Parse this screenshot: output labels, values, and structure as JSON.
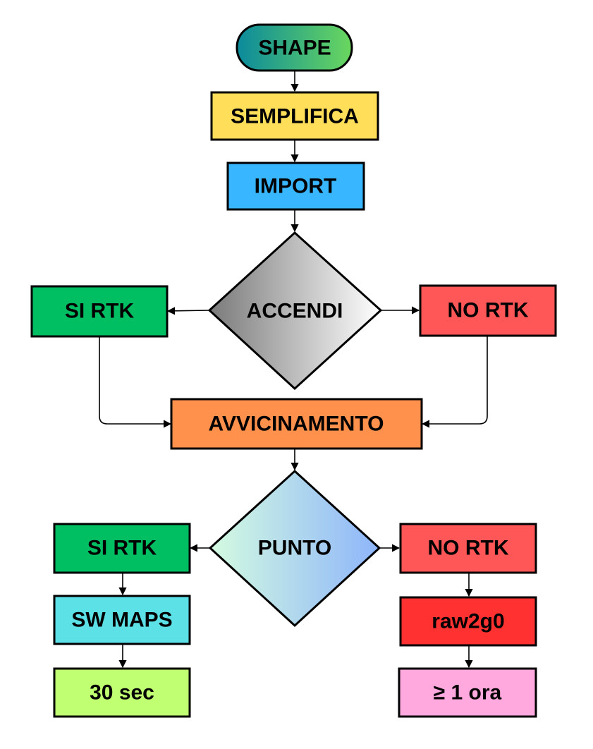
{
  "nodes": {
    "shape": {
      "label": "SHAPE",
      "color_from": "#0B8A9C",
      "color_to": "#6AD75E"
    },
    "semplifica": {
      "label": "SEMPLIFICA",
      "color": "#FFDE59"
    },
    "import": {
      "label": "IMPORT",
      "color": "#38B6FF"
    },
    "accendi": {
      "label": "ACCENDI",
      "color_from": "#7A7A7A",
      "color_to": "#FFFFFF"
    },
    "si_rtk_top": {
      "label": "SI RTK",
      "color": "#00BF63"
    },
    "no_rtk_top": {
      "label": "NO RTK",
      "color": "#FF5757"
    },
    "avvicinamento": {
      "label": "AVVICINAMENTO",
      "color": "#FF914D"
    },
    "punto": {
      "label": "PUNTO",
      "color_from": "#D4FBE0",
      "color_to": "#8EB5FA"
    },
    "si_rtk_bottom": {
      "label": "SI RTK",
      "color": "#00BF63"
    },
    "no_rtk_bottom": {
      "label": "NO RTK",
      "color": "#FF5757"
    },
    "sw_maps": {
      "label": "SW MAPS",
      "color": "#5CE1E6"
    },
    "raw2g0": {
      "label": "raw2g0",
      "color": "#FF3131"
    },
    "thirty_sec": {
      "label": "30 sec",
      "color": "#C1FF72"
    },
    "one_hour": {
      "label": "≥ 1 ora",
      "color": "#FFA9DE"
    }
  }
}
